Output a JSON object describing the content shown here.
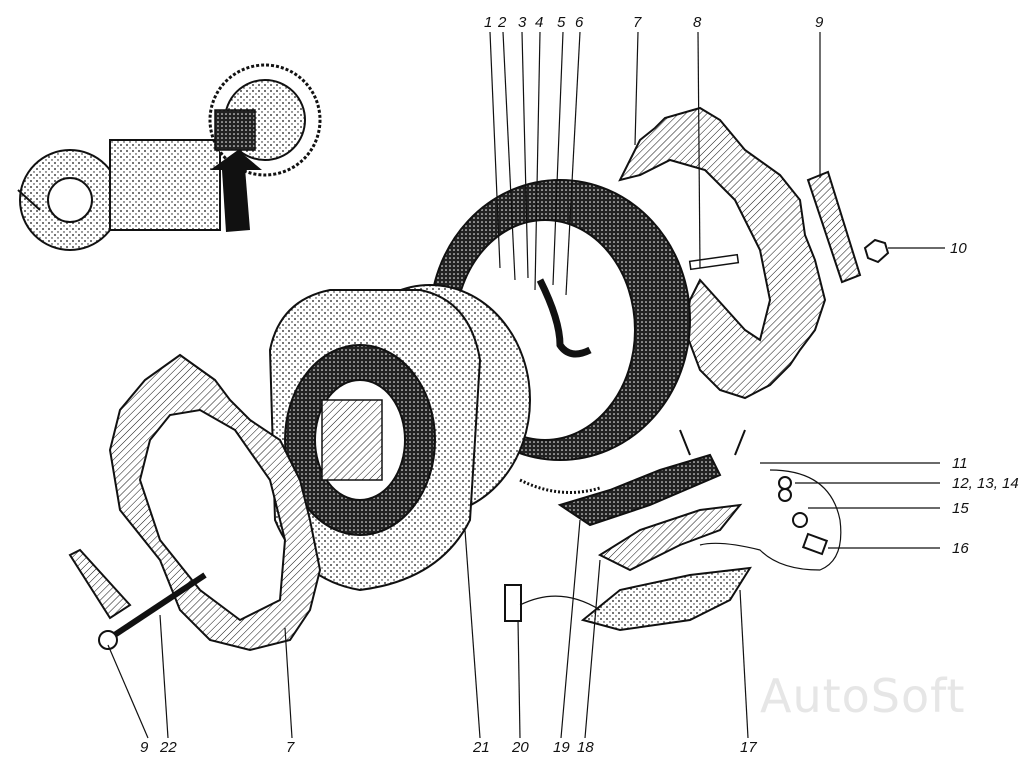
{
  "callouts": {
    "c1": "1",
    "c2": "2",
    "c3": "3",
    "c4": "4",
    "c5": "5",
    "c6": "6",
    "c7_top": "7",
    "c8": "8",
    "c9_top": "9",
    "c10": "10",
    "c11": "11",
    "c12_13_14": "12, 13, 14",
    "c15": "15",
    "c16": "16",
    "c9_bottom": "9",
    "c22": "22",
    "c7_bottom": "7",
    "c21": "21",
    "c20": "20",
    "c19": "19",
    "c18": "18",
    "c17": "17"
  },
  "watermark": "AutoSoft",
  "colors": {
    "ink": "#111111",
    "paper": "#ffffff",
    "watermark": "#e6e6e6"
  }
}
